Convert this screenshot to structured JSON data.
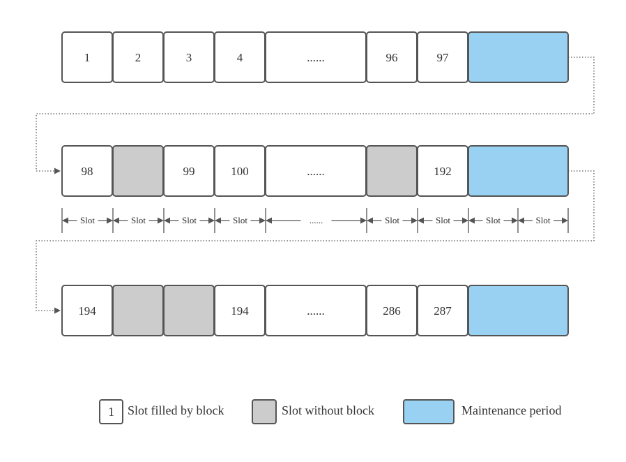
{
  "rows": [
    {
      "cells": [
        {
          "type": "filled",
          "label": "1"
        },
        {
          "type": "filled",
          "label": "2"
        },
        {
          "type": "filled",
          "label": "3"
        },
        {
          "type": "filled",
          "label": "4"
        },
        {
          "type": "filled",
          "label": "......"
        },
        {
          "type": "filled",
          "label": "96"
        },
        {
          "type": "filled",
          "label": "97"
        },
        {
          "type": "maintenance",
          "label": ""
        }
      ]
    },
    {
      "cells": [
        {
          "type": "filled",
          "label": "98"
        },
        {
          "type": "empty",
          "label": ""
        },
        {
          "type": "filled",
          "label": "99"
        },
        {
          "type": "filled",
          "label": "100"
        },
        {
          "type": "filled",
          "label": "......"
        },
        {
          "type": "empty",
          "label": ""
        },
        {
          "type": "filled",
          "label": "192"
        },
        {
          "type": "maintenance",
          "label": ""
        }
      ]
    },
    {
      "cells": [
        {
          "type": "filled",
          "label": "194"
        },
        {
          "type": "empty",
          "label": ""
        },
        {
          "type": "empty",
          "label": ""
        },
        {
          "type": "filled",
          "label": "194"
        },
        {
          "type": "filled",
          "label": "......"
        },
        {
          "type": "filled",
          "label": "286"
        },
        {
          "type": "filled",
          "label": "287"
        },
        {
          "type": "maintenance",
          "label": ""
        }
      ]
    }
  ],
  "slot_ruler": [
    "Slot",
    "Slot",
    "Slot",
    "Slot",
    "......",
    "Slot",
    "Slot",
    "Slot",
    "Slot"
  ],
  "legend": {
    "filled_sample": "1",
    "filled_label": "Slot filled by block",
    "empty_label": "Slot without block",
    "maintenance_label": "Maintenance period"
  },
  "colors": {
    "filled": "#ffffff",
    "empty": "#cccccc",
    "maintenance": "#99d1f3",
    "stroke": "#555555",
    "arrow": "#555555"
  }
}
